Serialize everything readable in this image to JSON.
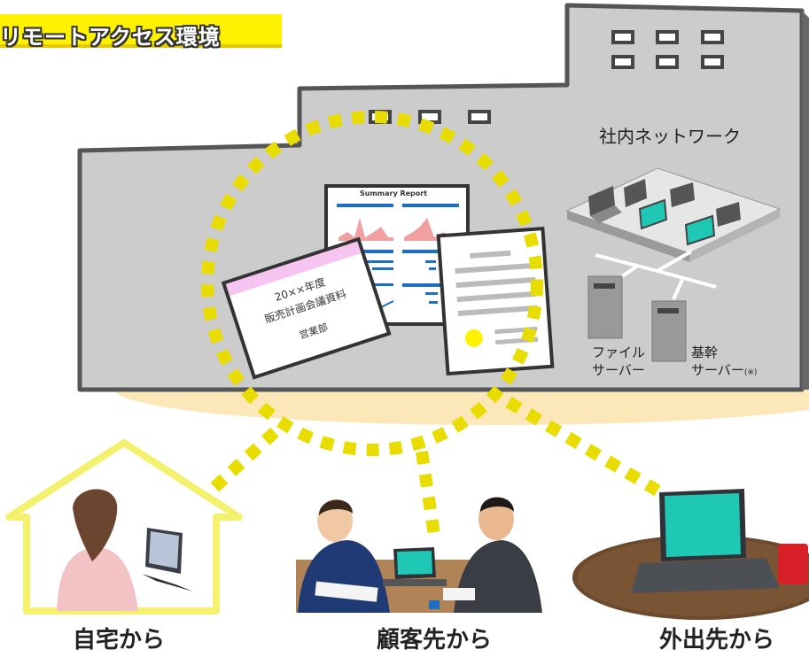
{
  "title": "リモートアクセス環境",
  "office": {
    "network_label": "社内ネットワーク",
    "file_server_line1": "ファイル",
    "file_server_line2": "サーバー",
    "core_server_line1": "基幹",
    "core_server_line2": "サーバー",
    "core_server_note": "(※)"
  },
  "documents": {
    "report_title": "Summary Report",
    "slide_line1": "20××年度",
    "slide_line2": "販売計画会議資料",
    "slide_line3": "営業部"
  },
  "locations": {
    "home": "自宅から",
    "client": "顧客先から",
    "outside": "外出先から"
  },
  "colors": {
    "title_banner": "#fff200",
    "building": "#cccccc",
    "dotted_line": "#e8dc00",
    "house_outline": "#f4f16e",
    "screen_teal": "#1ec8b4",
    "table_wood": "#6b4a2e",
    "floor_shadow": "#fbe7b8"
  }
}
